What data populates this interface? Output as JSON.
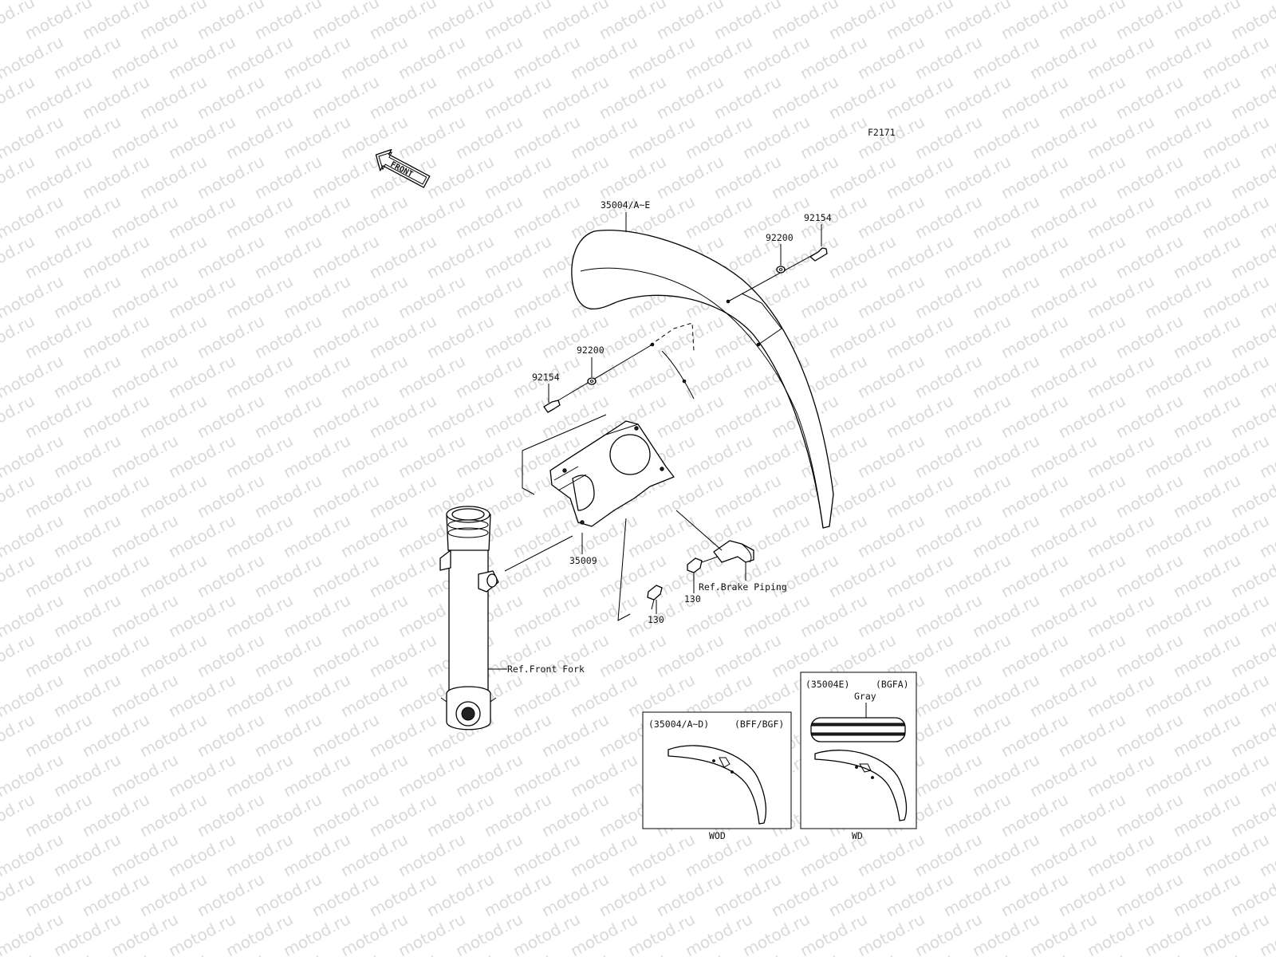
{
  "watermark": {
    "text": "motod.ru"
  },
  "diagram_id": "F2171",
  "front_arrow": {
    "label": "FRONT"
  },
  "parts": {
    "fender": "35004/A~E",
    "bolt_right": "92154",
    "washer_right": "92200",
    "washer_left": "92200",
    "bolt_left": "92154",
    "bracket": "35009",
    "bolt_center": "130",
    "bolt_clamp": "130"
  },
  "references": {
    "brake_piping": "Ref.Brake Piping",
    "front_fork": "Ref.Front Fork"
  },
  "variant_boxes": [
    {
      "code": "(35004/A~D)",
      "models": "(BFF/BGF)",
      "caption": "WOD"
    },
    {
      "code": "(35004E)",
      "models": "(BGFA)",
      "color_note": "Gray",
      "caption": "WD"
    }
  ]
}
